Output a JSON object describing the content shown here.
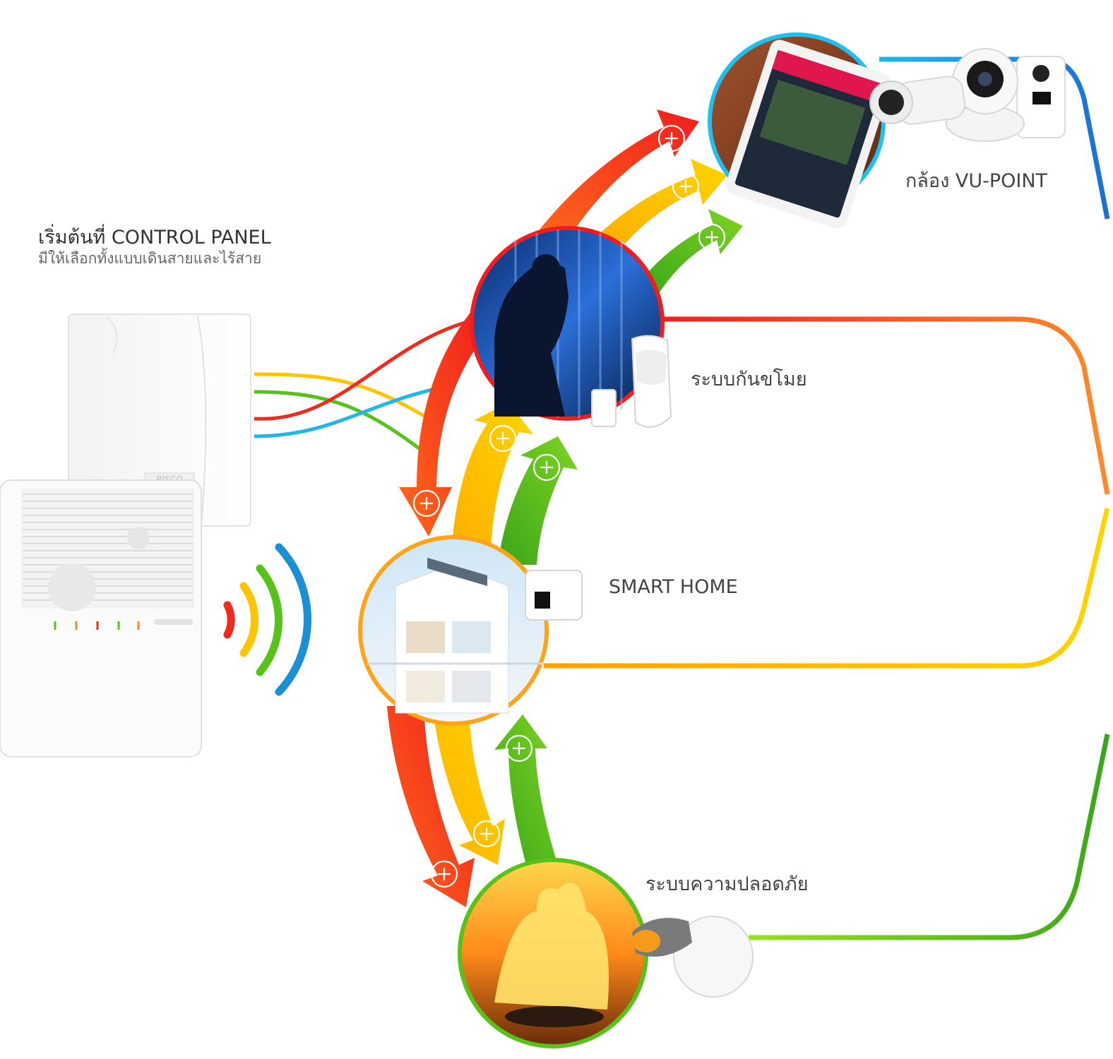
{
  "header": {
    "title": "เริ่มต้นที่ CONTROL PANEL",
    "subtitle": "มีให้เลือกทั้งแบบเดินสายและไร้สาย"
  },
  "nodes": {
    "camera": {
      "label": "กล้อง VU-POINT"
    },
    "intrusion": {
      "label": "ระบบกันขโมย"
    },
    "smart_home": {
      "label": "SMART HOME"
    },
    "safety": {
      "label": "ระบบความปลอดภัย"
    }
  },
  "logos": {
    "panel_brand": "RISCO"
  },
  "icons": {
    "plus": "plus-circle-icon",
    "wireless": "wireless-signal-icon"
  },
  "colors": {
    "red": "#ef2b1e",
    "orange": "#ff7a1a",
    "yellow": "#ffd000",
    "green": "#56c21a",
    "blue": "#1b8fd6",
    "cyan": "#20b7e6"
  }
}
